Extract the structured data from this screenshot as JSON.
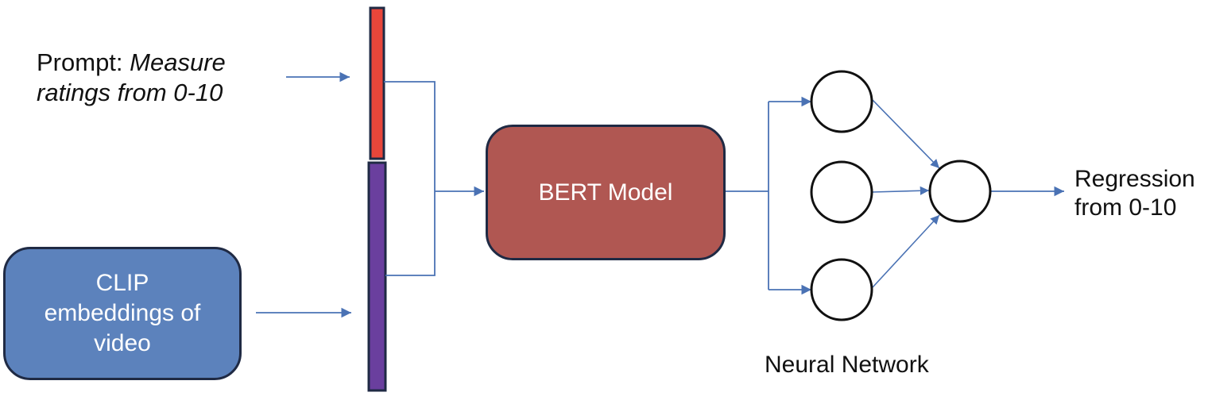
{
  "prompt": {
    "prefix": "Prompt: ",
    "emphasis_line1": "Measure",
    "emphasis_line2": "ratings from 0-10"
  },
  "clip_box": {
    "line1": "CLIP",
    "line2": "embeddings of",
    "line3": "video",
    "color": "#5c82bc"
  },
  "bert_box": {
    "label": "BERT Model",
    "color": "#b05752"
  },
  "output": {
    "line1": "Regression",
    "line2": "from 0-10"
  },
  "network": {
    "label": "Neural Network",
    "hidden_nodes": 3,
    "output_nodes": 1
  },
  "colors": {
    "prompt_bar": "#e8463a",
    "embedding_bar": "#6a3f9e",
    "arrow": "#4a72b4",
    "outline": "#1f2a44"
  }
}
